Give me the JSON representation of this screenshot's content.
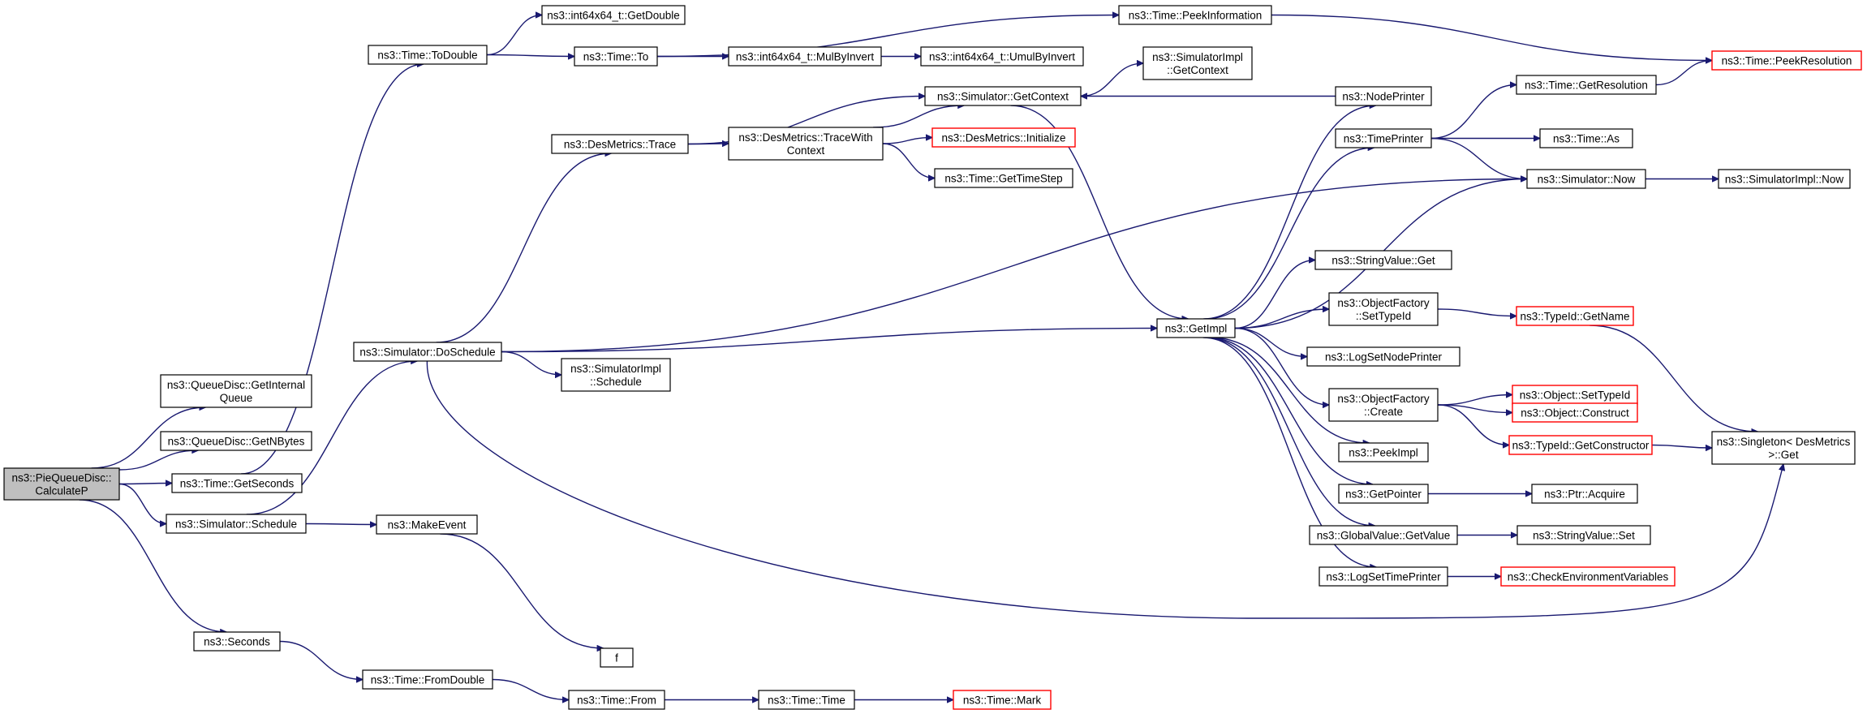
{
  "diagram": {
    "nodes": [
      {
        "id": "root",
        "lines": [
          "ns3::PieQueueDisc::",
          "CalculateP"
        ],
        "style": "root"
      },
      {
        "id": "getinternal",
        "lines": [
          "ns3::QueueDisc::GetInternal",
          "Queue"
        ],
        "style": "normal"
      },
      {
        "id": "getnbytes",
        "lines": [
          "ns3::QueueDisc::GetNBytes"
        ],
        "style": "normal"
      },
      {
        "id": "getseconds",
        "lines": [
          "ns3::Time::GetSeconds"
        ],
        "style": "normal"
      },
      {
        "id": "schedule",
        "lines": [
          "ns3::Simulator::Schedule"
        ],
        "style": "normal"
      },
      {
        "id": "seconds",
        "lines": [
          "ns3::Seconds"
        ],
        "style": "normal"
      },
      {
        "id": "todouble",
        "lines": [
          "ns3::Time::ToDouble"
        ],
        "style": "normal"
      },
      {
        "id": "doschedule",
        "lines": [
          "ns3::Simulator::DoSchedule"
        ],
        "style": "normal"
      },
      {
        "id": "makeevent",
        "lines": [
          "ns3::MakeEvent"
        ],
        "style": "normal"
      },
      {
        "id": "fromdouble",
        "lines": [
          "ns3::Time::FromDouble"
        ],
        "style": "normal"
      },
      {
        "id": "getdouble",
        "lines": [
          "ns3::int64x64_t::GetDouble"
        ],
        "style": "normal"
      },
      {
        "id": "timeto",
        "lines": [
          "ns3::Time::To"
        ],
        "style": "normal"
      },
      {
        "id": "dmtrace",
        "lines": [
          "ns3::DesMetrics::Trace"
        ],
        "style": "normal"
      },
      {
        "id": "implschedule",
        "lines": [
          "ns3::SimulatorImpl",
          "::Schedule"
        ],
        "style": "normal"
      },
      {
        "id": "f",
        "lines": [
          "f"
        ],
        "style": "normal"
      },
      {
        "id": "timefrom",
        "lines": [
          "ns3::Time::From"
        ],
        "style": "normal"
      },
      {
        "id": "mulbyinvert",
        "lines": [
          "ns3::int64x64_t::MulByInvert"
        ],
        "style": "normal"
      },
      {
        "id": "umulbyinvert",
        "lines": [
          "ns3::int64x64_t::UmulByInvert"
        ],
        "style": "normal"
      },
      {
        "id": "tracewith",
        "lines": [
          "ns3::DesMetrics::TraceWith",
          "Context"
        ],
        "style": "normal"
      },
      {
        "id": "timetime",
        "lines": [
          "ns3::Time::Time"
        ],
        "style": "normal"
      },
      {
        "id": "timemark",
        "lines": [
          "ns3::Time::Mark"
        ],
        "style": "truncated"
      },
      {
        "id": "peekinfo",
        "lines": [
          "ns3::Time::PeekInformation"
        ],
        "style": "normal"
      },
      {
        "id": "implgetcontext",
        "lines": [
          "ns3::SimulatorImpl",
          "::GetContext"
        ],
        "style": "normal"
      },
      {
        "id": "getcontext",
        "lines": [
          "ns3::Simulator::GetContext"
        ],
        "style": "normal"
      },
      {
        "id": "dminit",
        "lines": [
          "ns3::DesMetrics::Initialize"
        ],
        "style": "truncated"
      },
      {
        "id": "gettimestep",
        "lines": [
          "ns3::Time::GetTimeStep"
        ],
        "style": "normal"
      },
      {
        "id": "getimpl",
        "lines": [
          "ns3::GetImpl"
        ],
        "style": "normal"
      },
      {
        "id": "nodeprinter",
        "lines": [
          "ns3::NodePrinter"
        ],
        "style": "normal"
      },
      {
        "id": "timeprinter",
        "lines": [
          "ns3::TimePrinter"
        ],
        "style": "normal"
      },
      {
        "id": "strget",
        "lines": [
          "ns3::StringValue::Get"
        ],
        "style": "normal"
      },
      {
        "id": "ofsettypeid",
        "lines": [
          "ns3::ObjectFactory",
          "::SetTypeId"
        ],
        "style": "normal"
      },
      {
        "id": "lognodeprinter",
        "lines": [
          "ns3::LogSetNodePrinter"
        ],
        "style": "normal"
      },
      {
        "id": "ofcreate",
        "lines": [
          "ns3::ObjectFactory",
          "::Create"
        ],
        "style": "normal"
      },
      {
        "id": "peekimpl",
        "lines": [
          "ns3::PeekImpl"
        ],
        "style": "normal"
      },
      {
        "id": "getpointer",
        "lines": [
          "ns3::GetPointer"
        ],
        "style": "normal"
      },
      {
        "id": "gvgetvalue",
        "lines": [
          "ns3::GlobalValue::GetValue"
        ],
        "style": "normal"
      },
      {
        "id": "logtimeprinter",
        "lines": [
          "ns3::LogSetTimePrinter"
        ],
        "style": "normal"
      },
      {
        "id": "getres",
        "lines": [
          "ns3::Time::GetResolution"
        ],
        "style": "normal"
      },
      {
        "id": "timeas",
        "lines": [
          "ns3::Time::As"
        ],
        "style": "normal"
      },
      {
        "id": "simnow",
        "lines": [
          "ns3::Simulator::Now"
        ],
        "style": "normal"
      },
      {
        "id": "typeidgetname",
        "lines": [
          "ns3::TypeId::GetName"
        ],
        "style": "truncated"
      },
      {
        "id": "objsettypeid",
        "lines": [
          "ns3::Object::SetTypeId"
        ],
        "style": "truncated"
      },
      {
        "id": "objconstruct",
        "lines": [
          "ns3::Object::Construct"
        ],
        "style": "truncated"
      },
      {
        "id": "getconstructor",
        "lines": [
          "ns3::TypeId::GetConstructor"
        ],
        "style": "truncated"
      },
      {
        "id": "ptracquire",
        "lines": [
          "ns3::Ptr::Acquire"
        ],
        "style": "normal"
      },
      {
        "id": "strset",
        "lines": [
          "ns3::StringValue::Set"
        ],
        "style": "normal"
      },
      {
        "id": "checkenv",
        "lines": [
          "ns3::CheckEnvironmentVariables"
        ],
        "style": "truncated"
      },
      {
        "id": "peekres",
        "lines": [
          "ns3::Time::PeekResolution"
        ],
        "style": "truncated"
      },
      {
        "id": "implnow",
        "lines": [
          "ns3::SimulatorImpl::Now"
        ],
        "style": "normal"
      },
      {
        "id": "singleton",
        "lines": [
          "ns3::Singleton< DesMetrics",
          ">::Get"
        ],
        "style": "normal"
      }
    ],
    "edges": [
      [
        "root",
        "getinternal"
      ],
      [
        "root",
        "getnbytes"
      ],
      [
        "root",
        "getseconds"
      ],
      [
        "root",
        "schedule"
      ],
      [
        "root",
        "seconds"
      ],
      [
        "getseconds",
        "todouble"
      ],
      [
        "todouble",
        "getdouble"
      ],
      [
        "todouble",
        "timeto"
      ],
      [
        "timeto",
        "peekinfo"
      ],
      [
        "timeto",
        "mulbyinvert"
      ],
      [
        "mulbyinvert",
        "umulbyinvert"
      ],
      [
        "peekinfo",
        "peekres"
      ],
      [
        "schedule",
        "doschedule"
      ],
      [
        "schedule",
        "makeevent"
      ],
      [
        "makeevent",
        "f"
      ],
      [
        "seconds",
        "fromdouble"
      ],
      [
        "fromdouble",
        "timefrom"
      ],
      [
        "timefrom",
        "timetime"
      ],
      [
        "timetime",
        "timemark"
      ],
      [
        "doschedule",
        "dmtrace"
      ],
      [
        "doschedule",
        "implschedule"
      ],
      [
        "doschedule",
        "getimpl"
      ],
      [
        "doschedule",
        "simnow"
      ],
      [
        "doschedule",
        "singleton"
      ],
      [
        "dmtrace",
        "getcontext"
      ],
      [
        "dmtrace",
        "tracewith"
      ],
      [
        "tracewith",
        "getcontext"
      ],
      [
        "tracewith",
        "dminit"
      ],
      [
        "tracewith",
        "gettimestep"
      ],
      [
        "getcontext",
        "implgetcontext"
      ],
      [
        "getcontext",
        "getimpl"
      ],
      [
        "nodeprinter",
        "getcontext"
      ],
      [
        "getimpl",
        "nodeprinter"
      ],
      [
        "getimpl",
        "timeprinter"
      ],
      [
        "getimpl",
        "simnow"
      ],
      [
        "getimpl",
        "strget"
      ],
      [
        "getimpl",
        "ofsettypeid"
      ],
      [
        "getimpl",
        "lognodeprinter"
      ],
      [
        "getimpl",
        "ofcreate"
      ],
      [
        "getimpl",
        "peekimpl"
      ],
      [
        "getimpl",
        "getpointer"
      ],
      [
        "getimpl",
        "gvgetvalue"
      ],
      [
        "getimpl",
        "logtimeprinter"
      ],
      [
        "timeprinter",
        "getres"
      ],
      [
        "timeprinter",
        "timeas"
      ],
      [
        "timeprinter",
        "simnow"
      ],
      [
        "getres",
        "peekres"
      ],
      [
        "simnow",
        "implnow"
      ],
      [
        "ofsettypeid",
        "typeidgetname"
      ],
      [
        "typeidgetname",
        "singleton"
      ],
      [
        "ofcreate",
        "objsettypeid"
      ],
      [
        "ofcreate",
        "objconstruct"
      ],
      [
        "ofcreate",
        "getconstructor"
      ],
      [
        "getconstructor",
        "singleton"
      ],
      [
        "getpointer",
        "ptracquire"
      ],
      [
        "gvgetvalue",
        "strset"
      ],
      [
        "logtimeprinter",
        "checkenv"
      ]
    ]
  },
  "colors": {
    "edge": "#191970",
    "root_fill": "#bfbfbf",
    "truncated_border": "#ff0000",
    "node_border": "#000000"
  }
}
